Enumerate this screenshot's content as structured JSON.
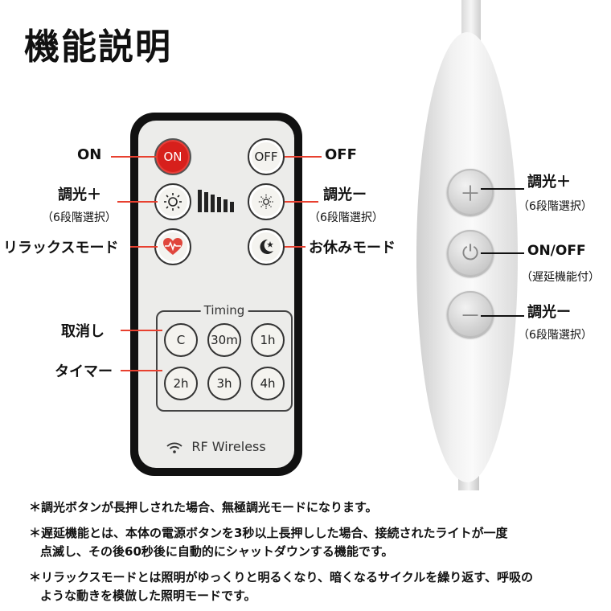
{
  "title": "機能説明",
  "remote": {
    "on_btn": "ON",
    "off_btn": "OFF",
    "timing_label": "Timing",
    "timer_buttons": [
      "C",
      "30m",
      "1h",
      "2h",
      "3h",
      "4h"
    ],
    "wireless_label": "RF Wireless",
    "icons": {
      "bright_up": "sun-icon",
      "bright_down": "dim-sun-icon",
      "relax": "heart-pulse-icon",
      "sleep": "moon-star-icon",
      "wifi": "wifi-icon"
    }
  },
  "callouts_left": {
    "on": "ON",
    "bright_up": "調光＋",
    "bright_up_sub": "（6段階選択）",
    "relax": "リラックスモード",
    "cancel": "取消し",
    "timer": "タイマー"
  },
  "callouts_right": {
    "off": "OFF",
    "bright_down": "調光ー",
    "bright_down_sub": "（6段階選択）",
    "sleep": "お休みモード"
  },
  "controller": {
    "plus_label": "調光＋",
    "plus_sub": "（6段階選択）",
    "power_label": "ON/OFF",
    "power_sub": "（遅延機能付）",
    "minus_label": "調光ー",
    "minus_sub": "（6段階選択）",
    "plus_glyph": "＋",
    "minus_glyph": "－",
    "power_glyph": "⏻"
  },
  "notes": [
    "＊調光ボタンが長押しされた場合、無極調光モードになります。",
    "＊遅延機能とは、本体の電源ボタンを3秒以上長押しした場合、接続されたライトが一度",
    "点滅し、その後60秒後に自動的にシャットダウンする機能です。",
    "＊リラックスモードとは照明がゆっくりと明るくなり、暗くなるサイクルを繰り返す、呼吸の",
    "ような動きを模倣した照明モードです。"
  ],
  "colors": {
    "accent_red": "#e8402f",
    "on_button": "#d7201c"
  }
}
